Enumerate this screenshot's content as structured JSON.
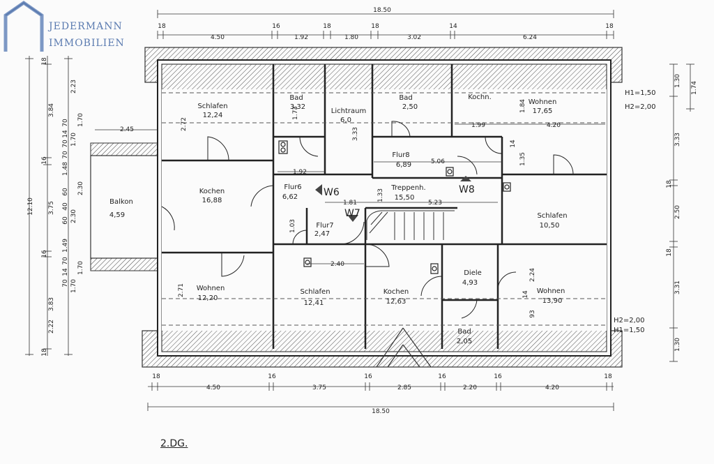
{
  "logo": {
    "line1": "JEDERMANN",
    "line2": "IMMOBILIEN",
    "color": "#5b7bb0"
  },
  "floor_label": "2.DG.",
  "rooms": [
    {
      "id": "schlafen-1",
      "name": "Schlafen",
      "area": "12,24"
    },
    {
      "id": "bad-1",
      "name": "Bad",
      "area": "3,32"
    },
    {
      "id": "lichtraum",
      "name": "Lichtraum",
      "area": "6,0"
    },
    {
      "id": "bad-2",
      "name": "Bad",
      "area": "2,50"
    },
    {
      "id": "kochn",
      "name": "Kochn.",
      "area": ""
    },
    {
      "id": "wohnen-1",
      "name": "Wohnen",
      "area": "17,65"
    },
    {
      "id": "balkon",
      "name": "Balkon",
      "area": "4,59"
    },
    {
      "id": "kochen-1",
      "name": "Kochen",
      "area": "16,88"
    },
    {
      "id": "flur6",
      "name": "Flur6",
      "area": "6,62"
    },
    {
      "id": "flur8",
      "name": "Flur8",
      "area": "6,89"
    },
    {
      "id": "treppenh",
      "name": "Treppenh.",
      "area": "15,50"
    },
    {
      "id": "flur7",
      "name": "Flur7",
      "area": "2,47"
    },
    {
      "id": "schlafen-2",
      "name": "Schlafen",
      "area": "10,50"
    },
    {
      "id": "wohnen-2",
      "name": "Wohnen",
      "area": "12,20"
    },
    {
      "id": "schlafen-3",
      "name": "Schlafen",
      "area": "12,41"
    },
    {
      "id": "kochen-2",
      "name": "Kochen",
      "area": "12,63"
    },
    {
      "id": "diele",
      "name": "Diele",
      "area": "4,93"
    },
    {
      "id": "wohnen-3",
      "name": "Wohnen",
      "area": "13,90"
    },
    {
      "id": "bad-3",
      "name": "Bad",
      "area": "2,05"
    }
  ],
  "apartments": {
    "w6": "W6",
    "w7": "W7",
    "w8": "W8"
  },
  "heights": {
    "top_h1": "H1=1,50",
    "top_h2": "H2=2,00",
    "bottom_h2": "H2=2,00",
    "bottom_h1": "H1=1,50"
  },
  "dims_top": {
    "total": "18.50",
    "segments": [
      "18",
      "4.50",
      "16",
      "1.92",
      "18",
      "1.80",
      "18",
      "3.02",
      "14",
      "6.24",
      "18"
    ]
  },
  "dims_bottom": {
    "total": "18.50",
    "segments": [
      "18",
      "4.50",
      "16",
      "3.75",
      "16",
      "2.85",
      "16",
      "2.20",
      "16",
      "4.20",
      "18"
    ]
  },
  "dims_left": {
    "total": "12.10",
    "col1": [
      "18",
      "3.84",
      "16",
      "3.75",
      "16",
      "3.83",
      "18"
    ],
    "col2": [
      "70",
      "14",
      "70",
      "70",
      "1.48",
      "60",
      "40",
      "60",
      "1.49",
      "70",
      "14",
      "70",
      "2.22"
    ],
    "col3": [
      "2.23",
      "1.70",
      "1.70",
      "2.30",
      "2.30",
      "1.70",
      "1.70"
    ]
  },
  "dims_right": {
    "col1": [
      "1.30",
      "3.33",
      "18",
      "2.50",
      "18",
      "3.31",
      "1.30"
    ],
    "col2": [
      "1.74"
    ]
  },
  "dims_inner": [
    "2.45",
    "2.72",
    "1.73",
    "3.33",
    "1.84",
    "1.99",
    "4.20",
    "14",
    "1.35",
    "1.92",
    "5.06",
    "1.81",
    "1.33",
    "5.23",
    "1.03",
    "2.40",
    "2.71",
    "2.24",
    "14",
    "93"
  ]
}
